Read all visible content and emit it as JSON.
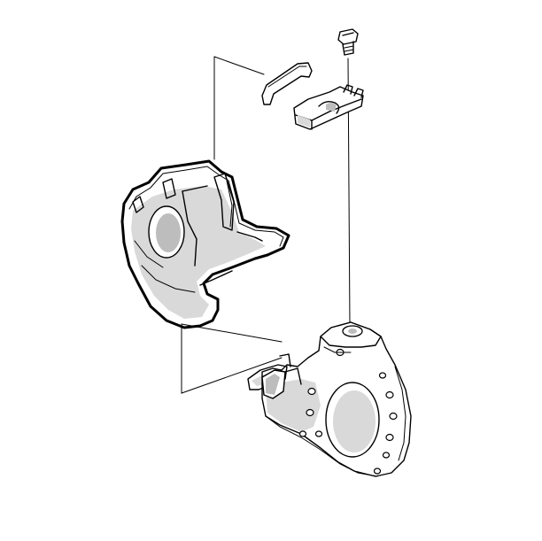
{
  "figure": {
    "parts": [
      "mounting-bolt",
      "upper-slide-clip",
      "upper-anti-rattle-spring",
      "caliper-housing",
      "mounting-bracket",
      "lower-slide-clip",
      "alignment-lines"
    ],
    "colors": {
      "line": "#000000",
      "shade": "#d9d9d9",
      "dark_shade": "#bdbdbd",
      "background": "#ffffff"
    }
  }
}
